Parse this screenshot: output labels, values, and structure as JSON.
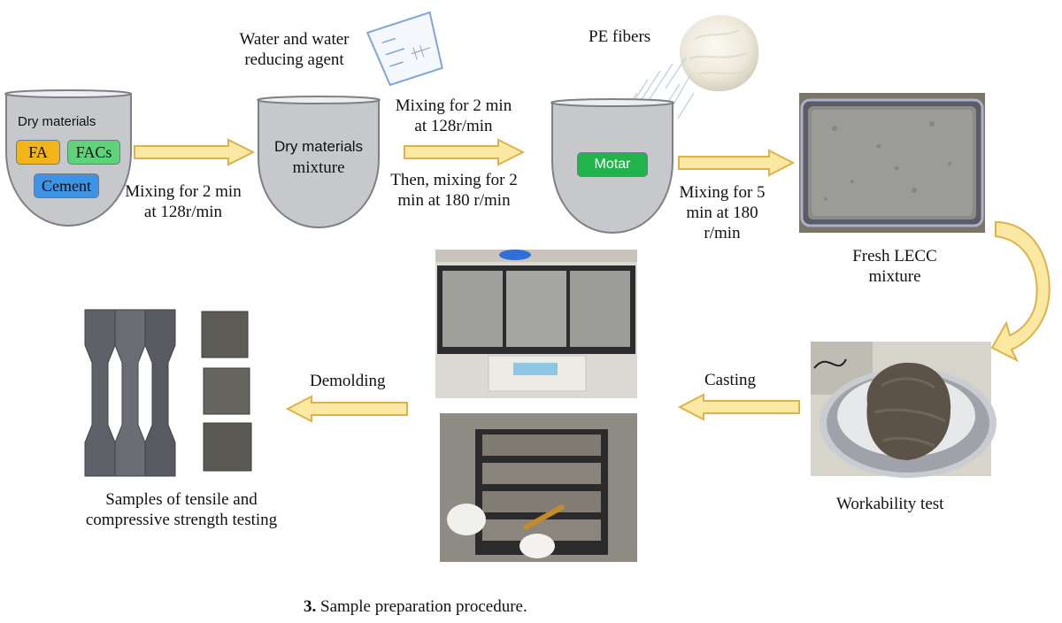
{
  "bowls": {
    "dry_materials": {
      "title": "Dry materials",
      "tags": [
        {
          "label": "FA",
          "color": "#f2b416"
        },
        {
          "label": "FACs",
          "color": "#5ed37a"
        },
        {
          "label": "Cement",
          "color": "#3d93e6"
        }
      ]
    },
    "dry_mixture": {
      "label_line1": "Dry materials",
      "label_line2": "mixture"
    },
    "mortar": {
      "tag": {
        "label": "Motar",
        "color": "#22b34a"
      }
    }
  },
  "inputs": {
    "water_line1": "Water and water",
    "water_line2": "reducing agent",
    "fibers": "PE fibers"
  },
  "steps": {
    "mix1": [
      "Mixing for 2 min",
      "at 128r/min"
    ],
    "mix2_top": [
      "Mixing for 2 min",
      "at 128r/min"
    ],
    "mix2_bottom": [
      "Then, mixing for 2",
      "min at 180 r/min"
    ],
    "mix3": [
      "Mixing for 5",
      "min at 180",
      "r/min"
    ],
    "casting": "Casting",
    "demolding": "Demolding"
  },
  "photos": {
    "fresh": [
      "Fresh LECC",
      "mixture"
    ],
    "workability": "Workability test",
    "samples": [
      "Samples of tensile and",
      "compressive strength testing"
    ]
  },
  "caption": {
    "number": "3.",
    "text": " Sample preparation procedure."
  },
  "colors": {
    "arrow_fill": "#fbe9a3",
    "arrow_stroke": "#ddb24a",
    "bowl_fill": "#c6c8cb",
    "bowl_stroke": "#7d8085"
  }
}
